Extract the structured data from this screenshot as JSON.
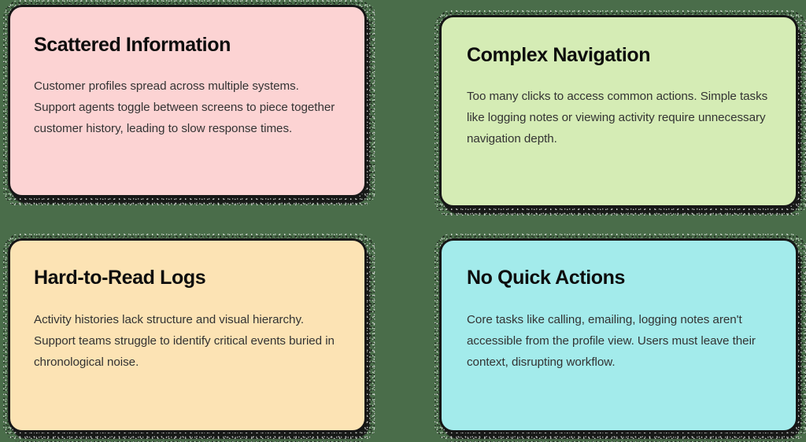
{
  "page": {
    "background_color": "#4a6d4a",
    "layout": "2x2-card-grid",
    "title_color": "#0d0d0d",
    "body_color": "#333333",
    "border_color": "#161616"
  },
  "cards": [
    {
      "id": "scattered-information",
      "title": "Scattered Information",
      "body": "Customer profiles spread across multiple systems. Support agents toggle between screens to piece together customer history, leading to slow response times.",
      "fill_color": "#fcd3d3"
    },
    {
      "id": "complex-navigation",
      "title": "Complex Navigation",
      "body": "Too many clicks to access common actions. Simple tasks like logging notes or viewing activity require unnecessary navigation depth.",
      "fill_color": "#d5ecb5"
    },
    {
      "id": "hard-to-read-logs",
      "title": "Hard-to-Read Logs",
      "body": "Activity histories lack structure and visual hierarchy. Support teams struggle to identify critical events buried in chronological noise.",
      "fill_color": "#fce3b4"
    },
    {
      "id": "no-quick-actions",
      "title": "No Quick Actions",
      "body": "Core tasks like calling, emailing, logging notes aren't accessible from the profile view. Users must leave their context, disrupting workflow.",
      "fill_color": "#a3ebeb"
    }
  ]
}
